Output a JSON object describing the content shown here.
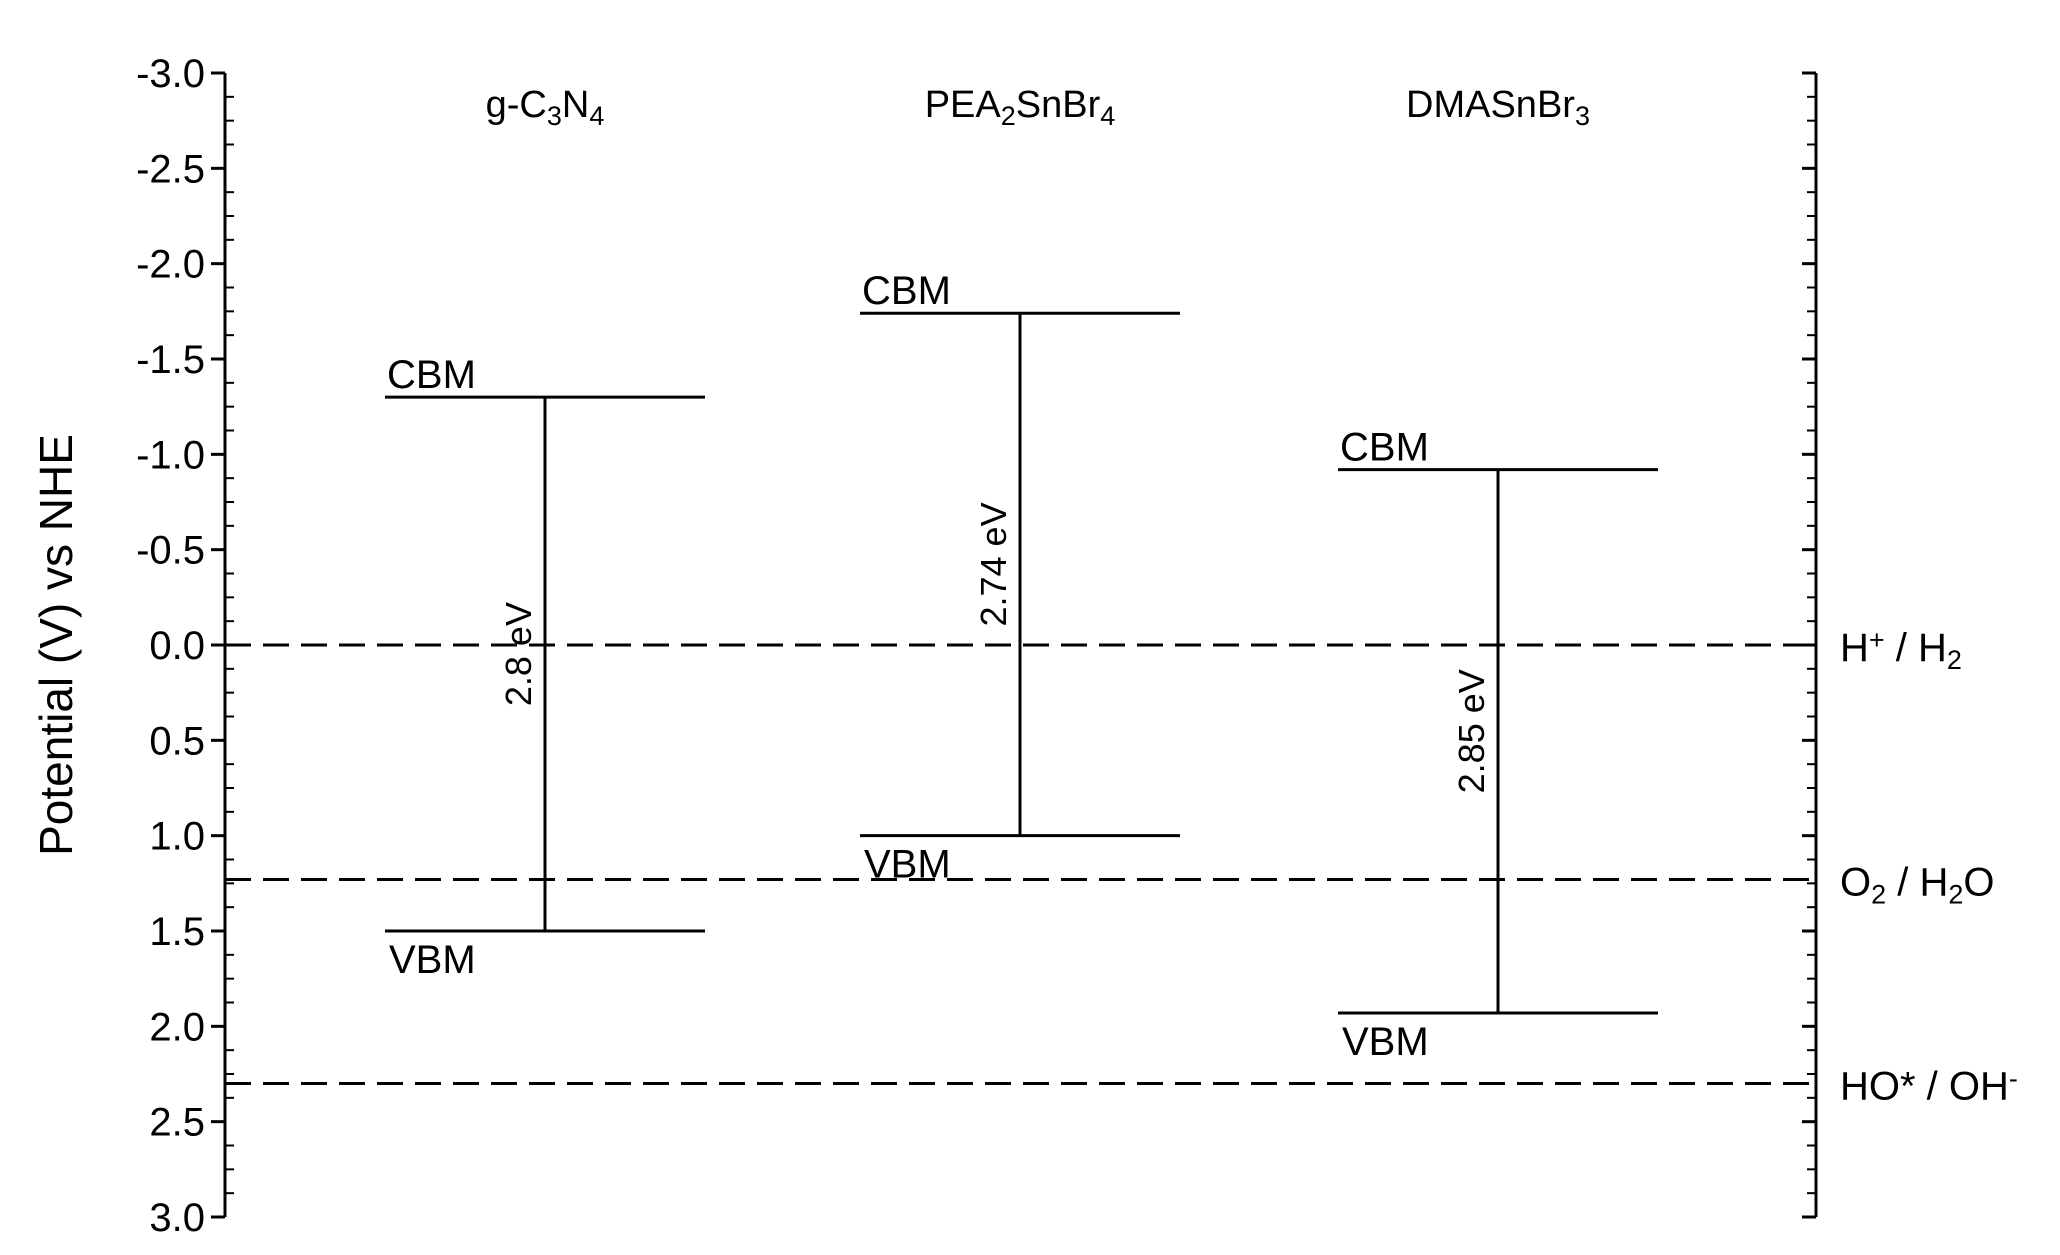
{
  "chart_data": {
    "type": "band-diagram",
    "ylabel": "Potential (V) vs NHE",
    "ylim": [
      -3.0,
      3.0
    ],
    "y_inverted": true,
    "y_ticks": [
      -3.0,
      -2.5,
      -2.0,
      -1.5,
      -1.0,
      -0.5,
      0.0,
      0.5,
      1.0,
      1.5,
      2.0,
      2.5,
      3.0
    ],
    "y_tick_labels": [
      "-3.0",
      "-2.5",
      "-2.0",
      "-1.5",
      "-1.0",
      "-0.5",
      "0.0",
      "0.5",
      "1.0",
      "1.5",
      "2.0",
      "2.5",
      "3.0"
    ],
    "materials": [
      {
        "name": [
          [
            "g-C",
            ""
          ],
          [
            "3",
            "sub"
          ],
          [
            "N",
            ""
          ],
          [
            "4",
            "sub"
          ]
        ],
        "cbm": -1.3,
        "vbm": 1.5,
        "gap_label": "2.8 eV",
        "cbm_label": "CBM",
        "vbm_label": "VBM"
      },
      {
        "name": [
          [
            "PEA",
            ""
          ],
          [
            "2",
            "sub"
          ],
          [
            "SnBr",
            ""
          ],
          [
            "4",
            "sub"
          ]
        ],
        "cbm": -1.74,
        "vbm": 1.0,
        "gap_label": "2.74 eV",
        "cbm_label": "CBM",
        "vbm_label": "VBM"
      },
      {
        "name": [
          [
            "DMASnBr",
            ""
          ],
          [
            "3",
            "sub"
          ]
        ],
        "cbm": -0.92,
        "vbm": 1.93,
        "gap_label": "2.85 eV",
        "cbm_label": "CBM",
        "vbm_label": "VBM"
      }
    ],
    "reference_levels": [
      {
        "value": 0.0,
        "label": [
          [
            "H",
            ""
          ],
          [
            "+",
            "sup"
          ],
          [
            " / H",
            ""
          ],
          [
            "2",
            "sub"
          ]
        ]
      },
      {
        "value": 1.23,
        "label": [
          [
            "O",
            ""
          ],
          [
            "2",
            "sub"
          ],
          [
            " / H",
            ""
          ],
          [
            "2",
            "sub"
          ],
          [
            "O",
            ""
          ]
        ]
      },
      {
        "value": 2.3,
        "label": [
          [
            "HO* / OH",
            ""
          ],
          [
            "-",
            "sup"
          ]
        ]
      }
    ],
    "colors": {
      "lines": "#000000",
      "background": "#ffffff"
    }
  }
}
